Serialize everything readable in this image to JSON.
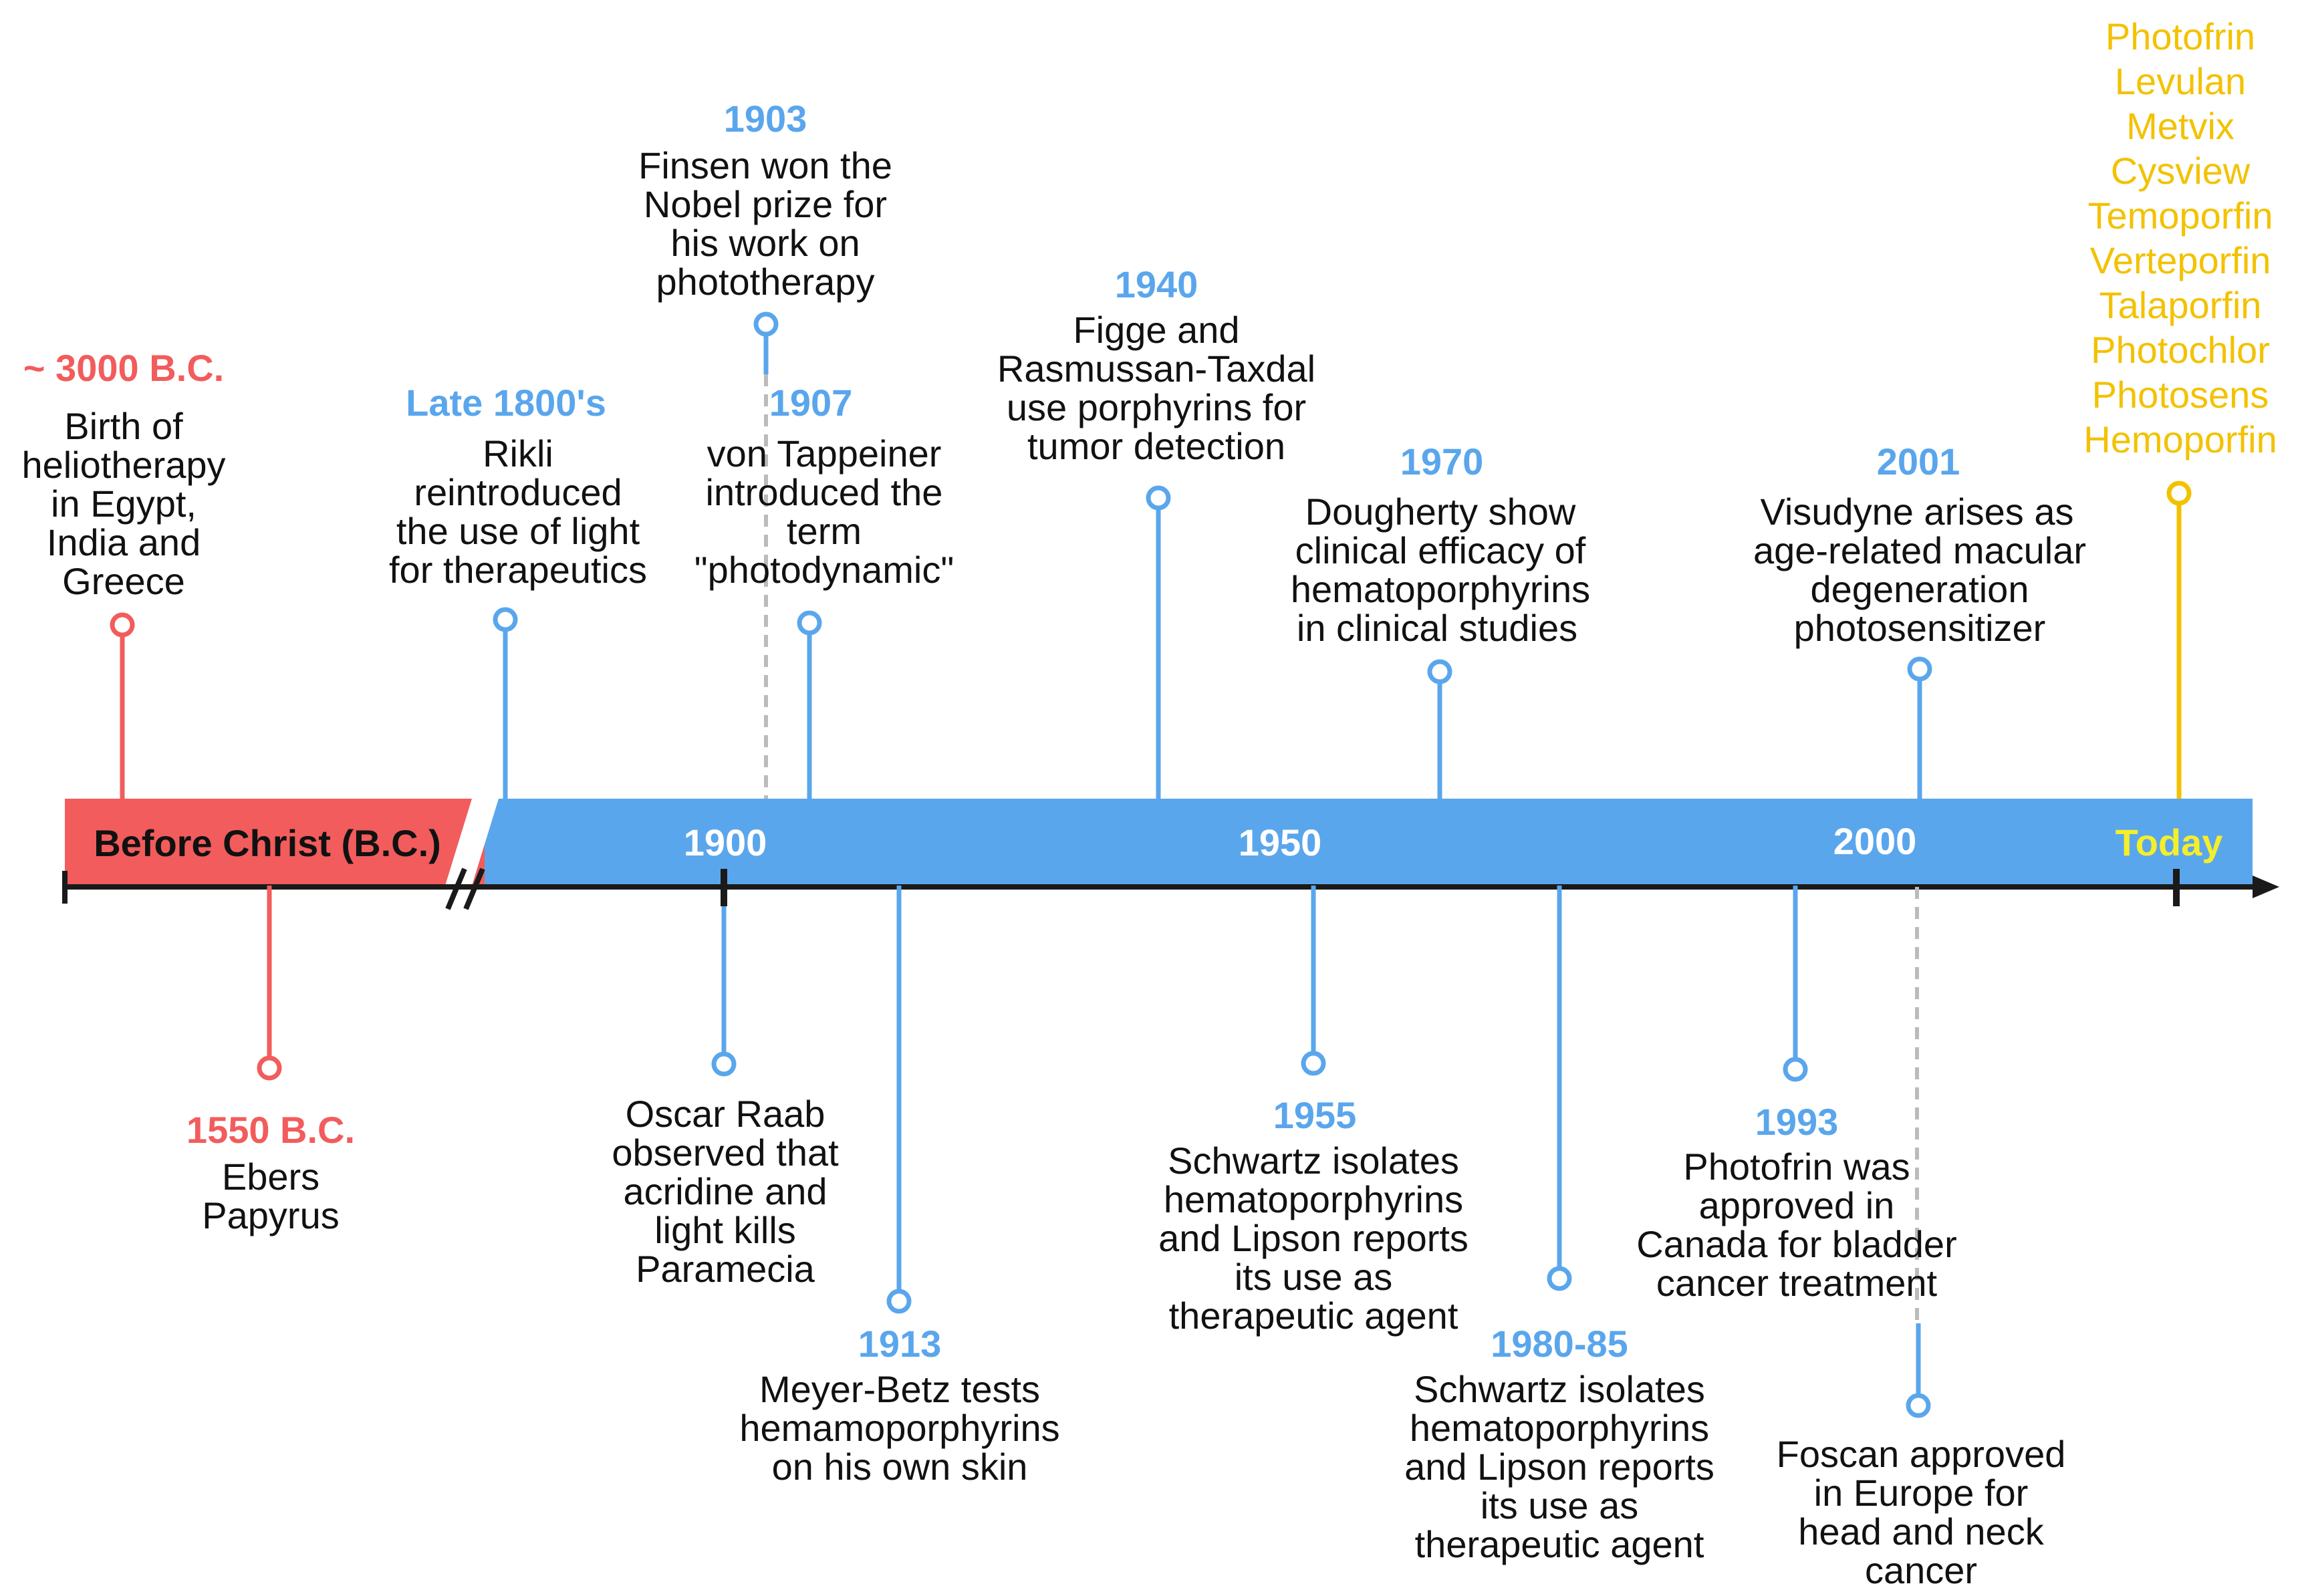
{
  "colors": {
    "bc": "#f25c5c",
    "blue": "#5aa6ec",
    "today": "#f2c200",
    "today_label": "#f5ee2a",
    "axis": "#1a1a1a",
    "dashed": "#bbbbbb",
    "text": "#111111"
  },
  "axis": {
    "bc_label": "Before Christ (B.C.)",
    "label_1900": "1900",
    "label_1950": "1950",
    "label_2000": "2000",
    "label_today": "Today"
  },
  "events": {
    "bc3000": {
      "year": "~ 3000 B.C.",
      "lines": [
        "Birth of",
        "heliotherapy",
        "in Egypt,",
        "India and",
        "Greece"
      ]
    },
    "bc1550": {
      "year": "1550 B.C.",
      "lines": [
        "Ebers",
        "Papyrus"
      ]
    },
    "late1800": {
      "year": "Late 1800's",
      "lines": [
        "Rikli",
        "reintroduced",
        "the use of light",
        "for therapeutics"
      ]
    },
    "e1900": {
      "lines": [
        "Oscar Raab",
        "observed that",
        "acridine and",
        "light kills",
        "Paramecia"
      ]
    },
    "e1903": {
      "year": "1903",
      "lines": [
        "Finsen won the",
        "Nobel prize for",
        "his work on",
        "phototherapy"
      ]
    },
    "e1907": {
      "year": "1907",
      "lines": [
        "von Tappeiner",
        "introduced the",
        "term",
        "\"photodynamic\""
      ]
    },
    "e1913": {
      "year": "1913",
      "lines": [
        "Meyer-Betz tests",
        "hemamoporphyrins",
        "on his own skin"
      ]
    },
    "e1940": {
      "year": "1940",
      "lines": [
        "Figge and",
        "Rasmussan-Taxdal",
        "use porphyrins for",
        "tumor detection"
      ]
    },
    "e1955": {
      "year": "1955",
      "lines": [
        "Schwartz isolates",
        "hematoporphyrins",
        "and Lipson reports",
        "its use as",
        "therapeutic agent"
      ]
    },
    "e1970": {
      "year": "1970",
      "lines": [
        "Dougherty show",
        "clinical efficacy of",
        "hematoporphyrins",
        "in clinical studies"
      ]
    },
    "e1980": {
      "year": "1980-85",
      "lines": [
        "Schwartz isolates",
        "hematoporphyrins",
        "and Lipson reports",
        "its use as",
        "therapeutic agent"
      ]
    },
    "e1993": {
      "year": "1993",
      "lines": [
        "Photofrin was",
        "approved in",
        "Canada for bladder",
        "cancer treatment"
      ]
    },
    "e2001": {
      "year": "2001",
      "lines": [
        "Visudyne arises as",
        "age-related macular",
        "degeneration",
        "photosensitizer"
      ]
    },
    "foscan": {
      "lines": [
        "Foscan approved",
        "in Europe for",
        "head and neck",
        "cancer"
      ]
    },
    "today": {
      "drugs": [
        "Photofrin",
        "Levulan",
        "Metvix",
        "Cysview",
        "Temoporfin",
        "Verteporfin",
        "Talaporfin",
        "Photochlor",
        "Photosens",
        "Hemoporfin"
      ]
    }
  }
}
